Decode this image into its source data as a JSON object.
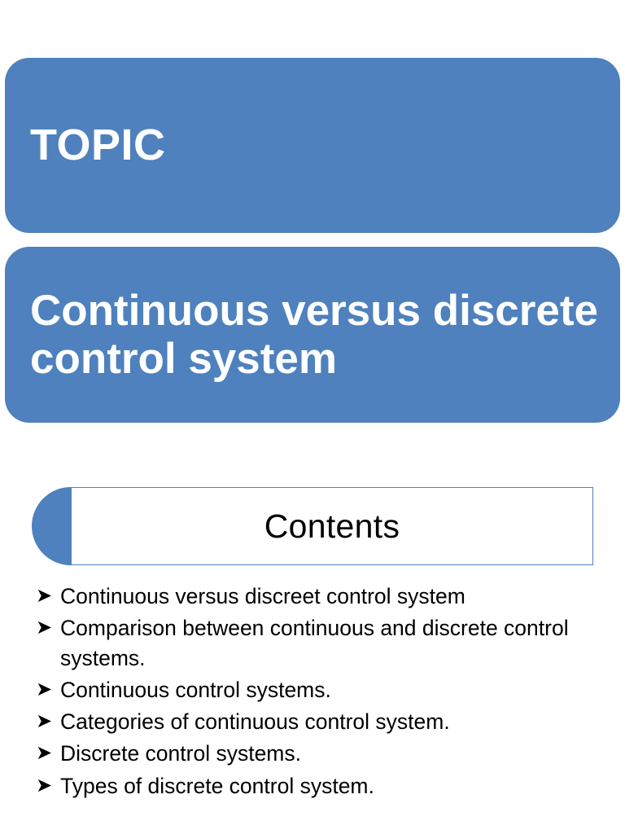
{
  "slide": {
    "topic_heading": "TOPIC",
    "title": "Continuous versus discrete control system",
    "contents_heading": "Contents",
    "bullet_glyph": "➤",
    "bullets": [
      "Continuous versus discreet control system",
      "Comparison between continuous and discrete control systems.",
      "Continuous control systems.",
      "Categories of continuous control system.",
      "Discrete control systems.",
      "Types of discrete control system."
    ],
    "colors": {
      "banner_blue": "#4e81bd",
      "banner_text": "#ffffff",
      "body_text": "#000000",
      "background": "#ffffff"
    }
  }
}
